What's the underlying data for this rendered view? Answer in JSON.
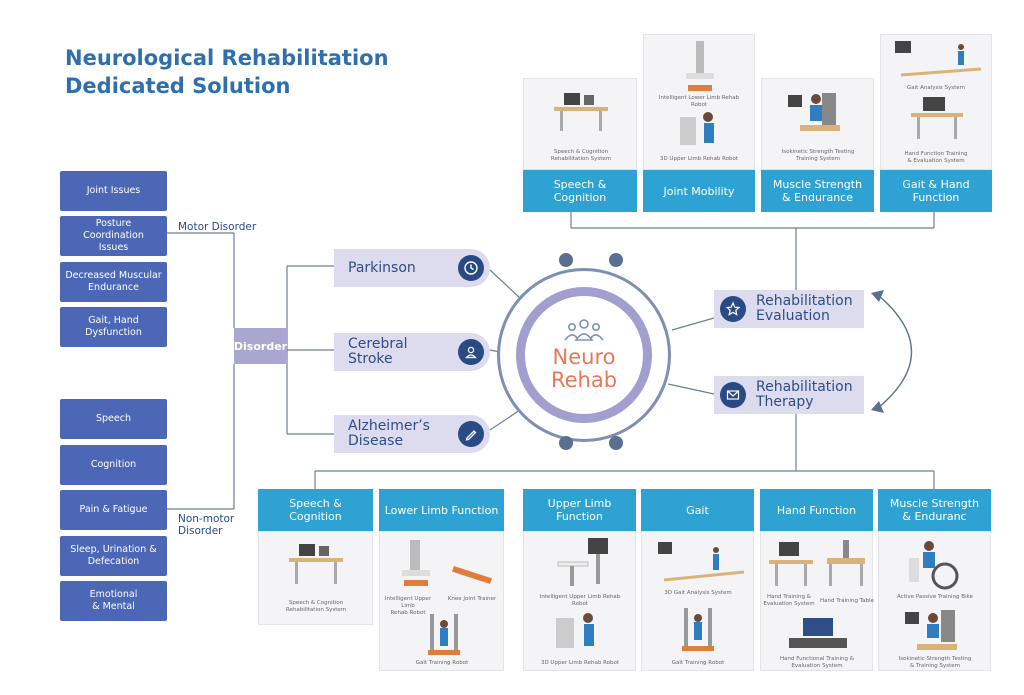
{
  "title": {
    "line1": "Neurological Rehabilitation",
    "line2": "Dedicated Solution"
  },
  "motor_label": "Motor Disorder",
  "nonmotor_label_line1": "Non-motor",
  "nonmotor_label_line2": "Disorder",
  "motor_items": [
    {
      "l1": "Joint Issues",
      "l2": ""
    },
    {
      "l1": "Posture Coordination",
      "l2": "Issues"
    },
    {
      "l1": "Decreased Muscular",
      "l2": "Endurance"
    },
    {
      "l1": "Gait, Hand",
      "l2": "Dysfunction"
    }
  ],
  "nonmotor_items": [
    {
      "l1": "Speech",
      "l2": ""
    },
    {
      "l1": "Cognition",
      "l2": ""
    },
    {
      "l1": "Pain & Fatigue",
      "l2": ""
    },
    {
      "l1": "Sleep, Urination &",
      "l2": "Defecation"
    },
    {
      "l1": "Emotional",
      "l2": "& Mental"
    }
  ],
  "disorder_label": "Disorder",
  "diseases": [
    {
      "l1": "Parkinson",
      "l2": "",
      "icon": "clock-icon"
    },
    {
      "l1": "Cerebral",
      "l2": "Stroke",
      "icon": "user-icon"
    },
    {
      "l1": "Alzheimer’s",
      "l2": "Disease",
      "icon": "pen-icon"
    }
  ],
  "center": {
    "line1": "Neuro",
    "line2": "Rehab",
    "icon": "people-group-icon"
  },
  "rehab": [
    {
      "l1": "Rehabilitation",
      "l2": "Evaluation",
      "icon": "star-icon"
    },
    {
      "l1": "Rehabilitation",
      "l2": "Therapy",
      "icon": "envelope-icon"
    }
  ],
  "eval_tabs": [
    {
      "l1": "Speech &",
      "l2": "Cognition"
    },
    {
      "l1": "Joint Mobility",
      "l2": ""
    },
    {
      "l1": "Muscle Strength",
      "l2": "& Endurance"
    },
    {
      "l1": "Gait & Hand Function",
      "l2": ""
    }
  ],
  "eval_products": {
    "speech": [
      "Speech & Cognition",
      "Rehabilitation System"
    ],
    "joint_top": "Intelligent Lower Limb Rehab Robot",
    "joint_bottom": "3D Upper Limb Rehab Robot",
    "muscle": [
      "Isokinetic Strength Testing",
      "Training System"
    ],
    "gait_top": "Gait Analysis System",
    "gait_bottom": [
      "Hand Function Training",
      "& Evaluation System"
    ]
  },
  "therapy_tabs": [
    {
      "l1": "Speech &",
      "l2": "Cognition"
    },
    {
      "l1": "Lower Limb Function",
      "l2": ""
    },
    {
      "l1": "Upper Limb Function",
      "l2": ""
    },
    {
      "l1": "Gait",
      "l2": ""
    },
    {
      "l1": "Hand Function",
      "l2": ""
    },
    {
      "l1": "Muscle Strength",
      "l2": "& Enduranc"
    }
  ],
  "therapy_products": {
    "speech": [
      "Speech & Cognition",
      "Rehabilitation System"
    ],
    "lower_a": [
      "Intelligent Upper Limb",
      "Rehab Robot"
    ],
    "lower_b": "Knee Joint Trainer",
    "lower_c": "Gait Training Robot",
    "upper_a": "Intelligent Upper Limb Rehab Robot",
    "upper_b": "3D Upper Limb Rehab Robot",
    "gait_a": "3D Gait Analysis System",
    "gait_b": "Gait Training Robot",
    "hand_a": [
      "Hand Training &",
      "Evaluation System"
    ],
    "hand_b": "Hand Training Table",
    "hand_c": [
      "Hand Functional Training &",
      "Evaluation System"
    ],
    "muscle_a": "Active Passive Training Bike",
    "muscle_b": [
      "Isokinetic Strength Testing",
      "& Training System"
    ]
  },
  "colors": {
    "title": "#2f6fae",
    "box": "#4b67b6",
    "tab": "#2ea3d3",
    "pill": "#dcdcee",
    "accent": "#e9785a"
  }
}
